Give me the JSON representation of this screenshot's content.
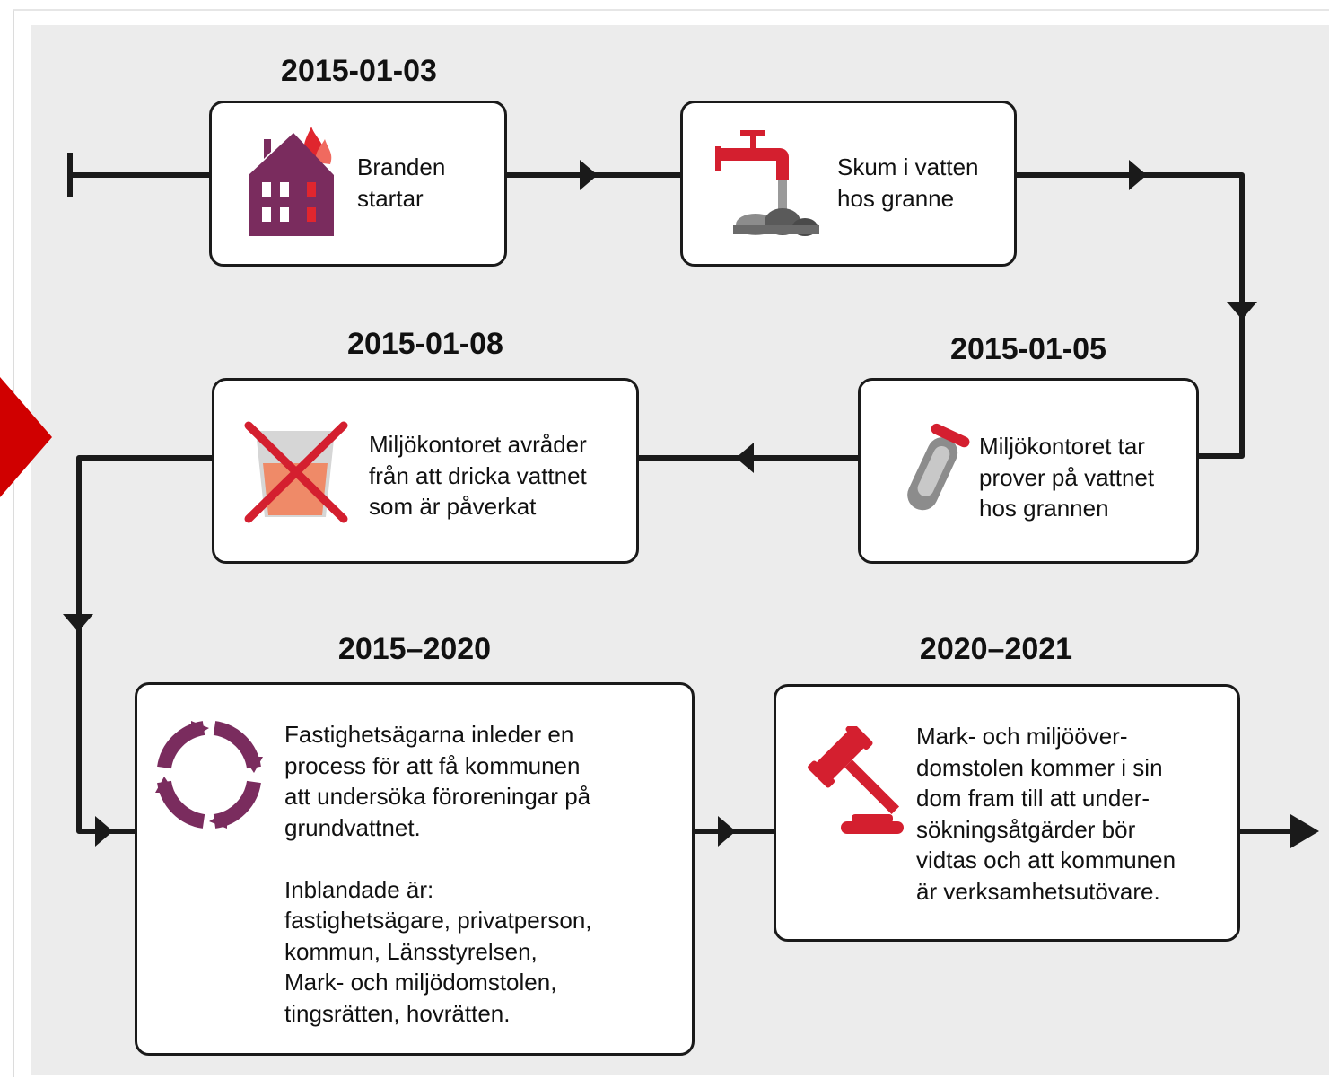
{
  "colors": {
    "line": "#1a1a1a",
    "accent_red": "#d41f2f",
    "accent_purple": "#7a2c5e",
    "grey": "#8c8c8c",
    "panel_bg": "#ececec",
    "edge_marker": "#d00000"
  },
  "events": [
    {
      "date": "2015-01-03",
      "icon": "burning-house-icon",
      "text": "Branden\nstartar"
    },
    {
      "date": "",
      "icon": "faucet-foam-icon",
      "text": "Skum i vatten\nhos granne"
    },
    {
      "date": "2015-01-05",
      "icon": "test-tube-icon",
      "text": "Miljökontoret tar\nprover på vattnet\nhos grannen"
    },
    {
      "date": "2015-01-08",
      "icon": "crossed-glass-icon",
      "text": "Miljökontoret avråder\nfrån att dricka vattnet\nsom är påverkat"
    },
    {
      "date": "2015–2020",
      "icon": "cycle-arrows-icon",
      "text": "Fastighetsägarna inleder en\nprocess för att få kommunen\natt undersöka föroreningar på\ngrundvattnet.\n\nInblandade är:\nfastighetsägare, privatperson,\nkommun, Länsstyrelsen,\nMark- och miljödomstolen,\ntingsrätten, hovrätten."
    },
    {
      "date": "2020–2021",
      "icon": "gavel-icon",
      "text": "Mark- och miljööver-\ndomstolen kommer i sin\ndom fram till att under-\nsökningsåtgärder bör\nvidtas och att kommunen\när verksamhetsutövare."
    }
  ]
}
